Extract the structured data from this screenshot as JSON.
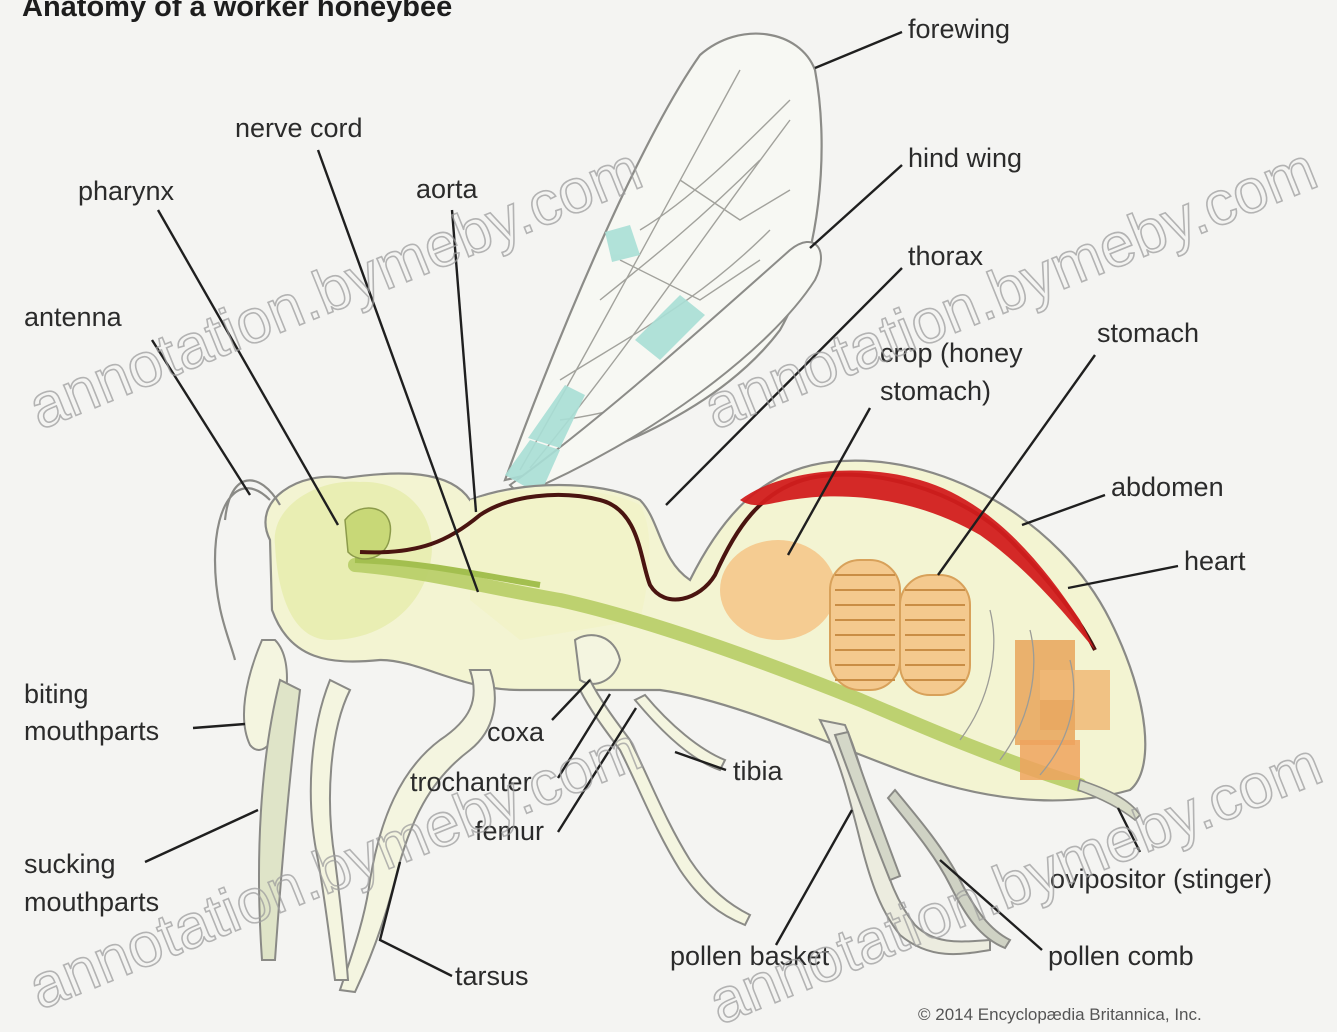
{
  "title": "Anatomy of a worker honeybee",
  "labels": {
    "forewing": "forewing",
    "nerve_cord": "nerve cord",
    "hind_wing": "hind wing",
    "pharynx": "pharynx",
    "aorta": "aorta",
    "thorax": "thorax",
    "antenna": "antenna",
    "stomach": "stomach",
    "crop_line1": "crop (honey",
    "crop_line2": "stomach)",
    "abdomen": "abdomen",
    "heart": "heart",
    "biting_line1": "biting",
    "biting_line2": "mouthparts",
    "coxa": "coxa",
    "tibia": "tibia",
    "trochanter": "trochanter",
    "femur": "femur",
    "sucking_line1": "sucking",
    "sucking_line2": "mouthparts",
    "ovipositor": "ovipositor (stinger)",
    "tarsus": "tarsus",
    "pollen_basket": "pollen basket",
    "pollen_comb": "pollen comb"
  },
  "credit": "© 2014 Encyclopædia Britannica, Inc.",
  "watermark": "annotation.bymeby.com",
  "colors": {
    "background": "#f4f4f2",
    "body_fill": "#f2f3cf",
    "nerve_green": "#b9cf6a",
    "heart_red": "#d21d1d",
    "wing_teal": "#a9dfd6",
    "gut_orange": "#f4c98e",
    "stomach_brown": "#e8a55c"
  }
}
